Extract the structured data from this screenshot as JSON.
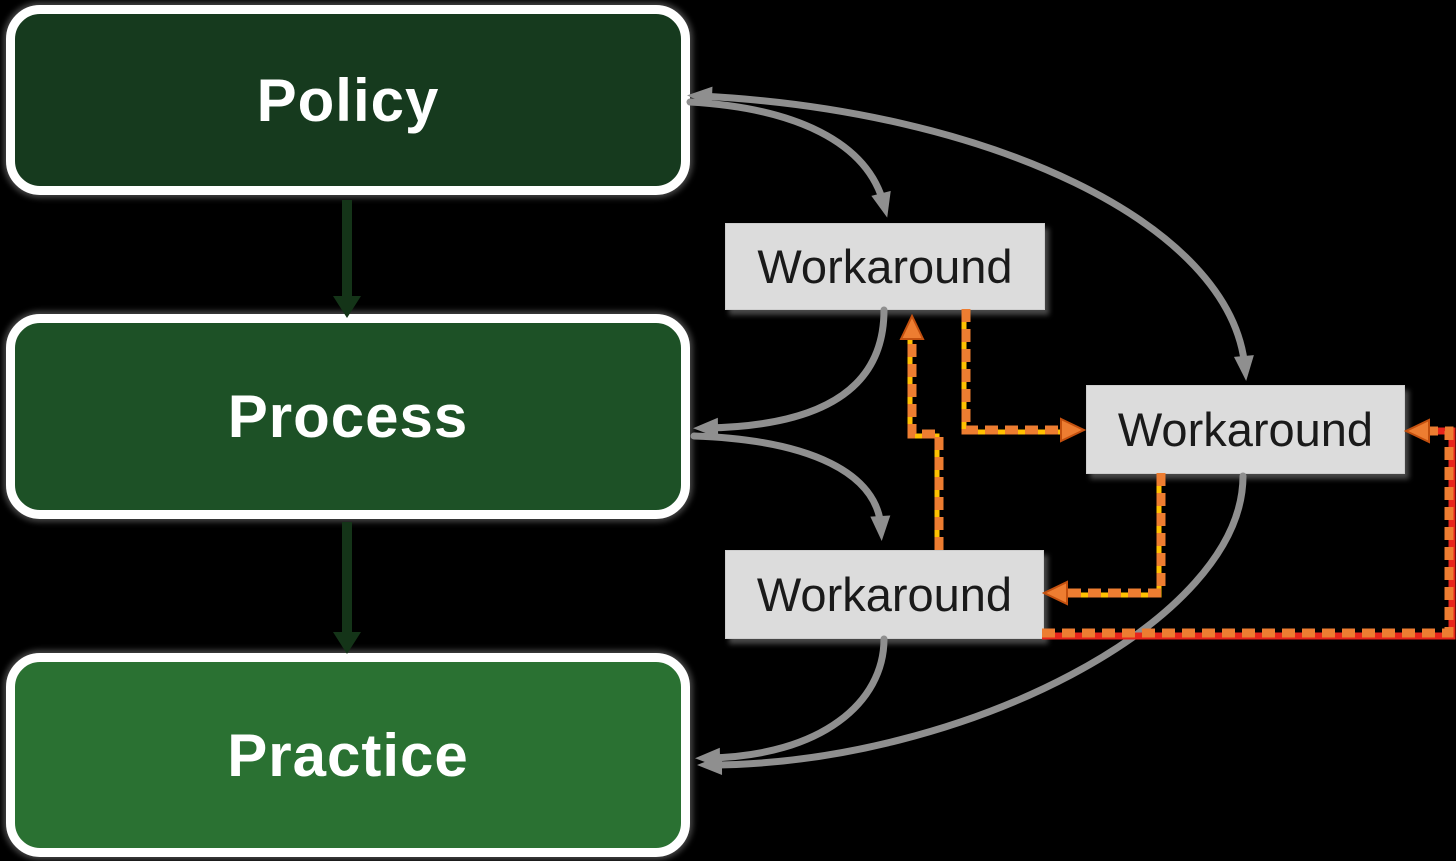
{
  "nodes": {
    "policy": {
      "label": "Policy"
    },
    "process": {
      "label": "Process"
    },
    "practice": {
      "label": "Practice"
    },
    "workaround_top": {
      "label": "Workaround"
    },
    "workaround_right": {
      "label": "Workaround"
    },
    "workaround_bottom": {
      "label": "Workaround"
    }
  },
  "colors": {
    "background": "#000000",
    "policy_fill": "#163a1e",
    "process_fill": "#1d5126",
    "practice_fill": "#2a7132",
    "workaround_fill": "#dcdcdc",
    "workaround_text": "#1a1a1a",
    "green_arrow": "#143418",
    "gray_arrow": "#8f8f8f",
    "orange_arrow": "#ed7d31",
    "yellow_underlay": "#ffc000",
    "red_underlay": "#e8251c"
  },
  "edges": {
    "hierarchy": [
      {
        "from": "Policy",
        "to": "Process",
        "style": "green solid arrow"
      },
      {
        "from": "Process",
        "to": "Practice",
        "style": "green solid arrow"
      }
    ],
    "gray_curved": [
      {
        "from": "Policy",
        "to": "Workaround (top)",
        "heads": "end"
      },
      {
        "from": "Policy",
        "to": "Workaround (right)",
        "heads": "both"
      },
      {
        "from": "Workaround (top)",
        "to": "Process",
        "heads": "end"
      },
      {
        "from": "Process",
        "to": "Workaround (bottom)",
        "heads": "end"
      },
      {
        "from": "Workaround (bottom)",
        "to": "Practice",
        "heads": "end"
      },
      {
        "from": "Workaround (right)",
        "to": "Practice",
        "heads": "end"
      }
    ],
    "orange_dashed": [
      {
        "from": "Workaround (bottom)",
        "to": "Workaround (top)"
      },
      {
        "from": "Workaround (top)",
        "to": "Workaround (right)"
      },
      {
        "from": "Workaround (right)",
        "to": "Workaround (bottom)"
      },
      {
        "from": "Workaround (bottom)",
        "to": "Workaround (right)",
        "via": "far-right loop"
      }
    ]
  }
}
